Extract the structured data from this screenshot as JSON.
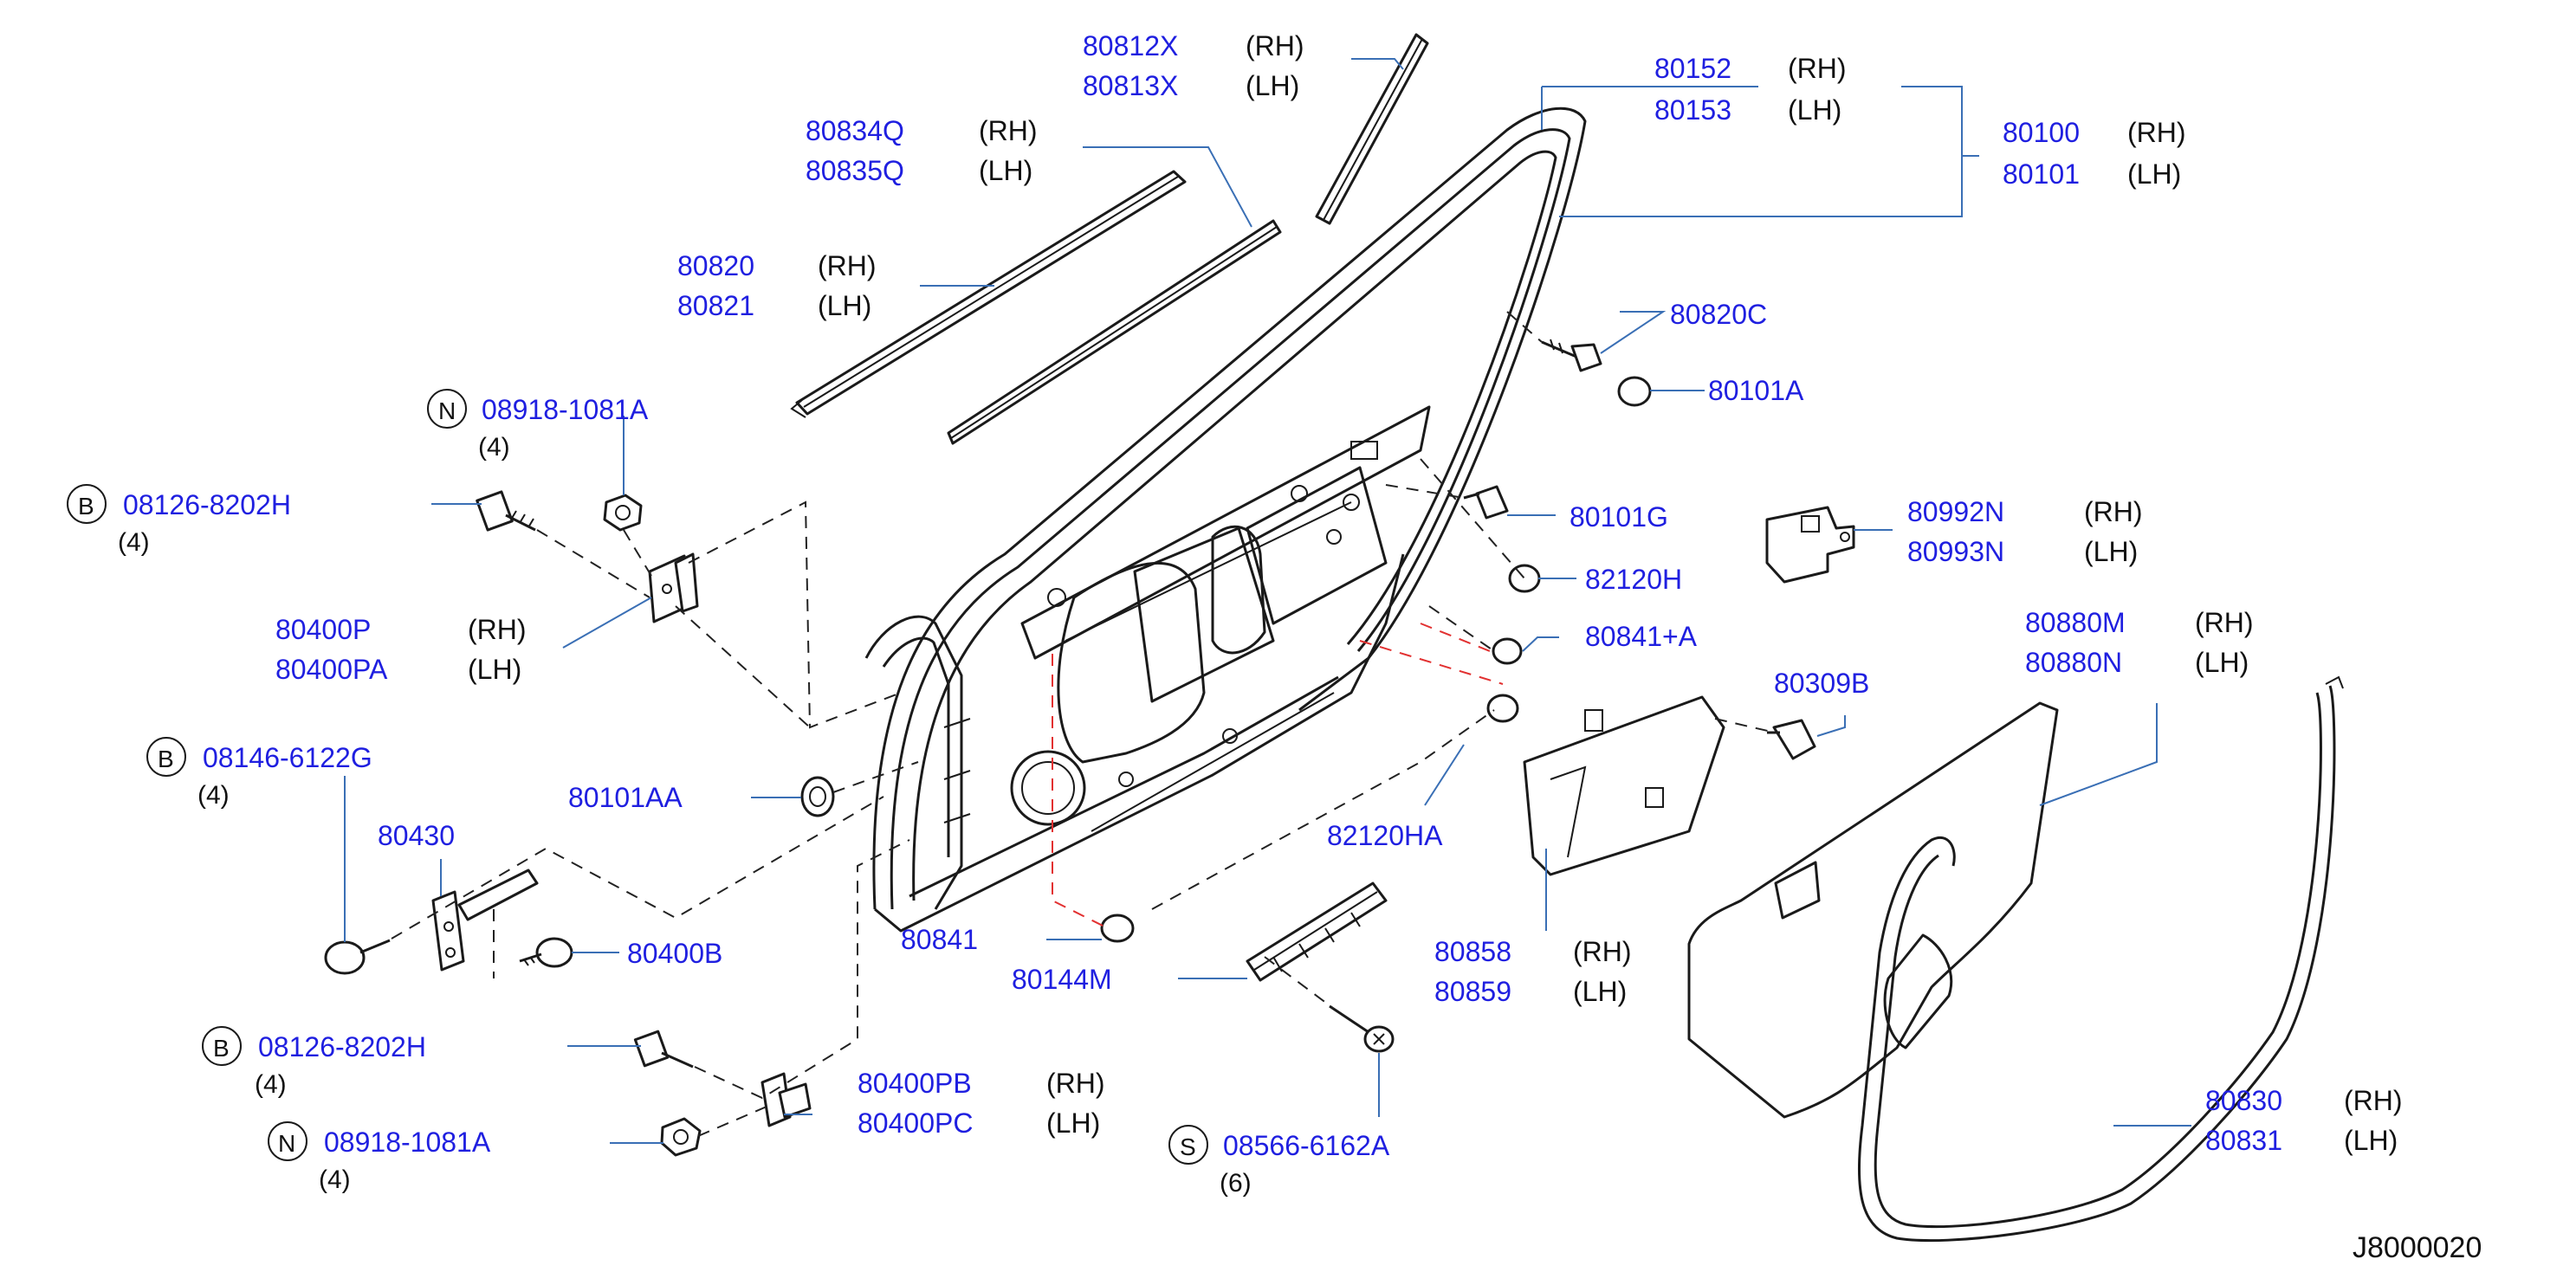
{
  "diagram": {
    "reference_code": "J8000020",
    "labels": {
      "l_80812X": {
        "part": "80812X",
        "side": "(RH)"
      },
      "l_80813X": {
        "part": "80813X",
        "side": "(LH)"
      },
      "l_80834Q": {
        "part": "80834Q",
        "side": "(RH)"
      },
      "l_80835Q": {
        "part": "80835Q",
        "side": "(LH)"
      },
      "l_80820": {
        "part": "80820",
        "side": "(RH)"
      },
      "l_80821": {
        "part": "80821",
        "side": "(LH)"
      },
      "l_80152": {
        "part": "80152",
        "side": "(RH)"
      },
      "l_80153": {
        "part": "80153",
        "side": "(LH)"
      },
      "l_80100": {
        "part": "80100",
        "side": "(RH)"
      },
      "l_80101": {
        "part": "80101",
        "side": "(LH)"
      },
      "l_80820C": {
        "part": "80820C"
      },
      "l_80101A": {
        "part": "80101A"
      },
      "l_80101G": {
        "part": "80101G"
      },
      "l_82120H": {
        "part": "82120H"
      },
      "l_80841A": {
        "part": "80841+A"
      },
      "l_80992N": {
        "part": "80992N",
        "side": "(RH)"
      },
      "l_80993N": {
        "part": "80993N",
        "side": "(LH)"
      },
      "l_80880M": {
        "part": "80880M",
        "side": "(RH)"
      },
      "l_80881N": {
        "part": "80880N",
        "side": "(LH)"
      },
      "l_80309": {
        "part": "80309B"
      },
      "l_08918_top": {
        "letter": "N",
        "part": "08918-1081A",
        "qty": "(4)"
      },
      "l_08126_top": {
        "letter": "B",
        "part": "08126-8202H",
        "qty": "(4)"
      },
      "l_80400P": {
        "part": "80400P",
        "side": "(RH)"
      },
      "l_80400PA": {
        "part": "80400PA",
        "side": "(LH)"
      },
      "l_08146": {
        "letter": "B",
        "part": "08146-6122G",
        "qty": "(4)"
      },
      "l_80430": {
        "part": "80430"
      },
      "l_80101AA": {
        "part": "80101AA"
      },
      "l_82120HA": {
        "part": "82120HA"
      },
      "l_80400B": {
        "part": "80400B"
      },
      "l_80841": {
        "part": "80841"
      },
      "l_80144M": {
        "part": "80144M"
      },
      "l_80858": {
        "part": "80858",
        "side": "(RH)"
      },
      "l_80859": {
        "part": "80859",
        "side": "(LH)"
      },
      "l_08126_bot": {
        "letter": "B",
        "part": "08126-8202H",
        "qty": "(4)"
      },
      "l_80400PB": {
        "part": "80400PB",
        "side": "(RH)"
      },
      "l_80400PC": {
        "part": "80400PC",
        "side": "(LH)"
      },
      "l_08918_bot": {
        "letter": "N",
        "part": "08918-1081A",
        "qty": "(4)"
      },
      "l_08566": {
        "letter": "S",
        "part": "08566-6162A",
        "qty": "(6)"
      },
      "l_80830": {
        "part": "80830",
        "side": "(RH)"
      },
      "l_80831": {
        "part": "80831",
        "side": "(LH)"
      }
    }
  }
}
